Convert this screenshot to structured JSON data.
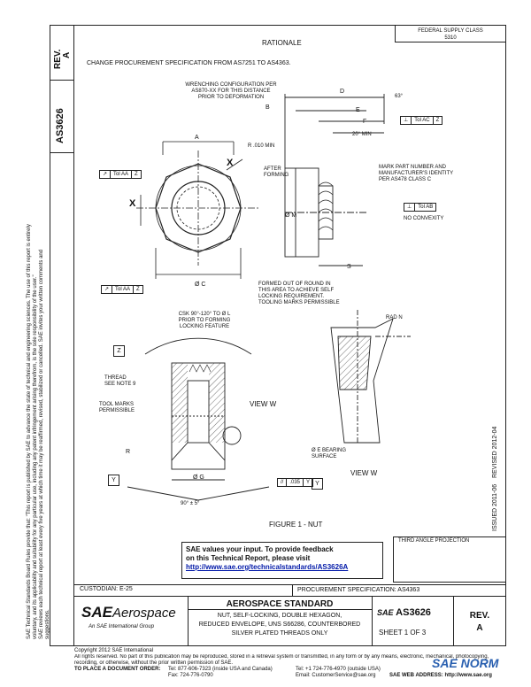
{
  "header": {
    "rev_label": "REV.",
    "rev_value": "A",
    "doc_number": "AS3626",
    "federal_code_line1": "FEDERAL SUPPLY CLASS",
    "federal_code_line2": "5310",
    "title": "RATIONALE",
    "rationale_text": "CHANGE PROCUREMENT SPECIFICATION FROM AS7251 TO AS4363."
  },
  "side_note": {
    "line1": "SAE Technical Standards Board Rules provide that: \"This report is published by SAE to advance the state of technical and engineering sciences. The use of this report is entirely",
    "line2": "voluntary, and its applicability and suitability for any particular use, including any patent infringement arising therefrom, is the sole responsibility of the user.\"",
    "line3": "SAE reviews each technical report at least every five years at which time it may be reaffirmed, revised, stabilized or cancelled. SAE invites your written comments and",
    "line4": "suggestions."
  },
  "drawing": {
    "wrenching_note": "WRENCHING CONFIGURATION PER\nAS870-XX FOR THIS DISTANCE\nPRIOR TO DEFORMATION",
    "label_A": "A",
    "label_B": "B",
    "label_D": "D",
    "label_E": "E",
    "label_F": "F",
    "label_S": "S",
    "label_X1": "X",
    "label_X2": "X",
    "label_R": "R",
    "chamfer": "63°",
    "r_min": "R .010 MIN",
    "angle_min": "20° MIN",
    "after_forming": "AFTER\nFORMING",
    "dia_M": "Ø M",
    "dia_C": "Ø C",
    "mark_note": "MARK PART NUMBER AND\nMANUFACTURER'S IDENTITY\nPER AS478 CLASS C",
    "no_convexity": "NO CONVEXITY",
    "formed_note": "FORMED OUT OF ROUND IN\nTHIS AREA TO ACHIEVE SELF\nLOCKING REQUIREMENT.\nTOOLING MARKS PERMISSIBLE",
    "fcf_top": [
      "⊥",
      "Tol AC",
      "Z"
    ],
    "fcf_left": [
      "↗",
      "Tol AA",
      "Z"
    ],
    "fcf_left2": [
      "↗",
      "Tol AA",
      "Z"
    ],
    "fcf_mid": [
      "⊥",
      "Tol AB"
    ],
    "csk_note": "CSK 90°-120° TO Ø L\nPRIOR TO FORMING\nLOCKING FEATURE",
    "datum_Z": "Z",
    "datum_Y1": "Y",
    "datum_Y2": "Y",
    "thread_note": "THREAD\nSEE NOTE 9",
    "tool_marks": "TOOL MARKS\nPERMISSIBLE",
    "view_w1": "VIEW  W",
    "view_w2": "VIEW  W",
    "dia_G": "Ø G",
    "angle_90": "90° ± 5°",
    "fcf_bottom": [
      "//",
      ".035",
      "Y"
    ],
    "rad_n": "RAD N",
    "bearing": "Ø E  BEARING\nSURFACE",
    "figure_caption": "FIGURE 1 - NUT",
    "third_angle": "THIRD ANGLE PROJECTION",
    "issued": "ISSUED 2011-06",
    "revised": "REVISED 2012-04"
  },
  "feedback": {
    "line1": "SAE values your input. To provide feedback",
    "line2": "on this Technical Report, please visit",
    "link": "http://www.sae.org/technicalstandards/AS3626A"
  },
  "title_block": {
    "custodian": "CUSTODIAN: E-25",
    "procurement": "PROCUREMENT SPECIFICATION: AS4363",
    "logo": "SAE",
    "logo_sub": "Aerospace",
    "logo_tagline": "An SAE International Group",
    "std_title": "AEROSPACE STANDARD",
    "desc_line1": "NUT, SELF-LOCKING, DOUBLE HEXAGON,",
    "desc_line2": "REDUCED ENVELOPE, UNS S66286, COUNTERBORED",
    "desc_line3": "SILVER PLATED THREADS ONLY",
    "number": "AS3626",
    "sheet": "SHEET 1 OF 3",
    "rev_label": "REV.",
    "rev_value": "A"
  },
  "footer": {
    "copyright": "Copyright 2012 SAE International",
    "rights1": "All rights reserved. No part of this publication may be reproduced, stored in a retrieval system or transmitted, in any form or by any means, electronic, mechanical, photocopying,",
    "rights2": "recording, or otherwise, without the prior written permission of SAE.",
    "order": "TO PLACE A DOCUMENT ORDER:",
    "tel1": "Tel:  877-606-7323 (inside USA and Canada)",
    "tel2": "Tel:  +1 724-776-4970 (outside USA)",
    "fax": "Fax: 724-776-0790",
    "email": "Email: CustomerService@sae.org",
    "web": "SAE WEB ADDRESS:  http://www.sae.org",
    "watermark": "SAE NORM"
  }
}
